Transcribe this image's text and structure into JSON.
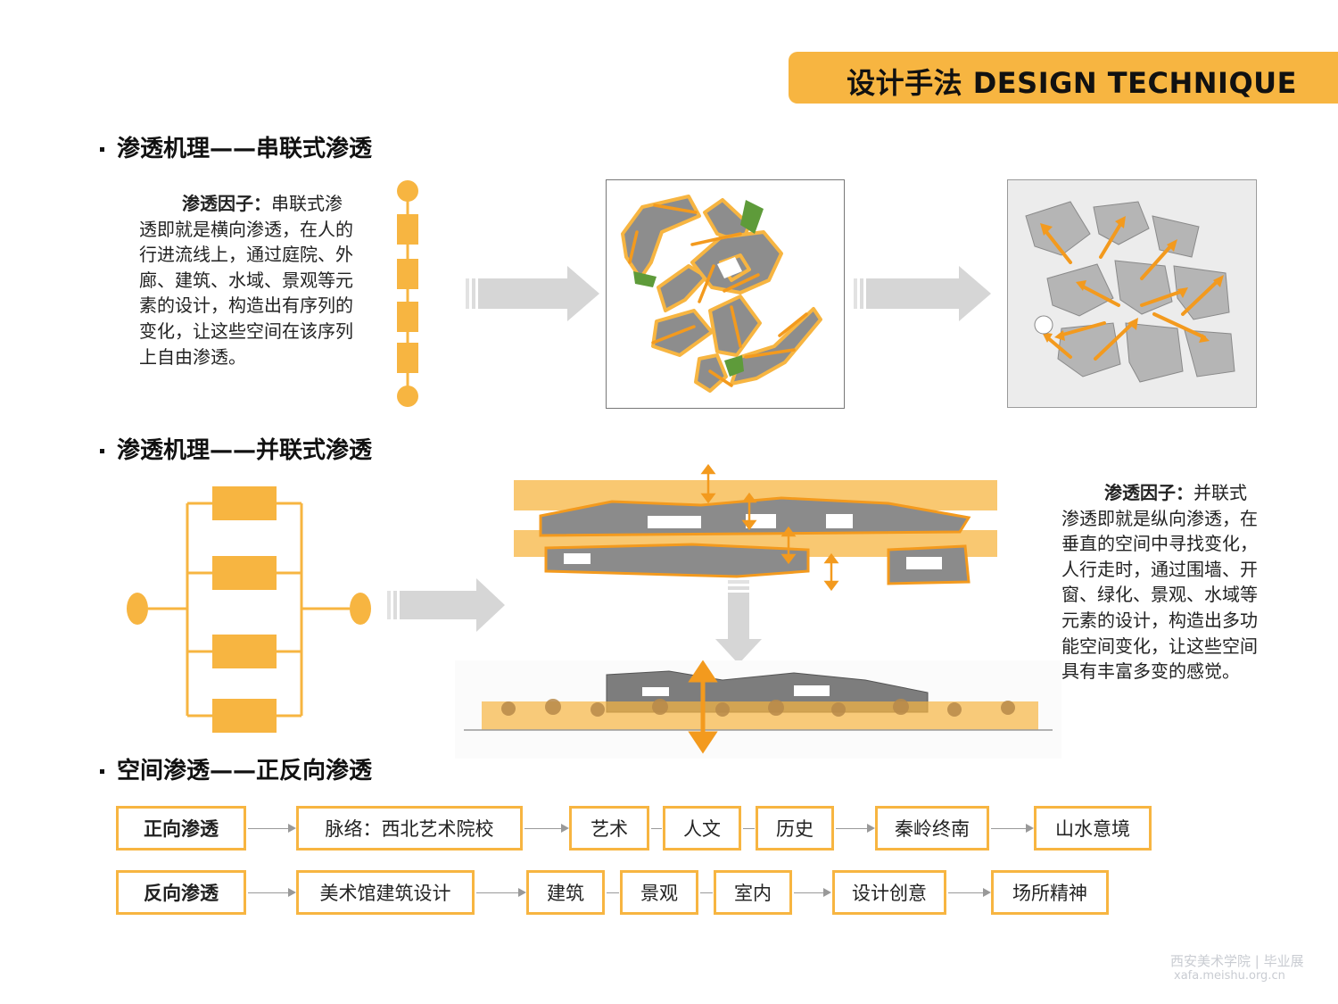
{
  "banner": {
    "title": "设计手法  DESIGN TECHNIQUE"
  },
  "sections": {
    "s1_title": "渗透机理——串联式渗透",
    "s2_title": "渗透机理——并联式渗透",
    "s3_title": "空间渗透——正反向渗透"
  },
  "series_text": {
    "label": "渗透因子：",
    "body": "串联式渗透即就是横向渗透，在人的行进流线上，通过庭院、外廊、建筑、水域、景观等元素的设计，构造出有序列的变化，让这些空间在该序列上自由渗透。"
  },
  "parallel_text": {
    "label": "渗透因子：",
    "body": "并联式渗透即就是纵向渗透，在垂直的空间中寻找变化，人行走时，通过围墙、开窗、绿化、景观、水域等元素的设计，构造出多功能空间变化，让这些空间具有丰富多变的感觉。"
  },
  "flow_forward": [
    "正向渗透",
    "脉络：西北艺术院校",
    "艺术",
    "人文",
    "历史",
    "秦岭终南",
    "山水意境"
  ],
  "flow_reverse": [
    "反向渗透",
    "美术馆建筑设计",
    "建筑",
    "景观",
    "室内",
    "设计创意",
    "场所精神"
  ],
  "watermark": {
    "line1": "西安美术学院 | 毕业展",
    "line2": "xafa.meishu.org.cn"
  },
  "colors": {
    "accent": "#f7b541",
    "arrow_orange": "#f39a1e",
    "green": "#5e9b3a",
    "grey_arrow": "#d6d6d6"
  }
}
